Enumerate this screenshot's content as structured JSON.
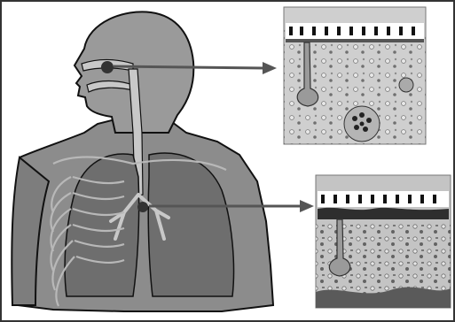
{
  "diagram": {
    "subject": "human-respiratory-system",
    "colors": {
      "frame": "#333333",
      "body_outline": "#111111",
      "body_fill": "#8c8c8c",
      "head_fill": "#9a9a9a",
      "lung_fill": "#6e6e6e",
      "airway": "#c8c8c8",
      "ribs": "#b8b8b8",
      "arrow": "#555555",
      "marker": "#333333",
      "tissue_bg": "#cfcfcf",
      "tissue_bg_lower": "#c4c4c4",
      "basement": "#5a5a5a"
    },
    "callouts": [
      {
        "id": "upper",
        "region": "nasal-airway",
        "tissue": "upper-airway-epithelium"
      },
      {
        "id": "lower",
        "region": "bronchus",
        "tissue": "bronchial-epithelium-with-mucus"
      }
    ]
  }
}
